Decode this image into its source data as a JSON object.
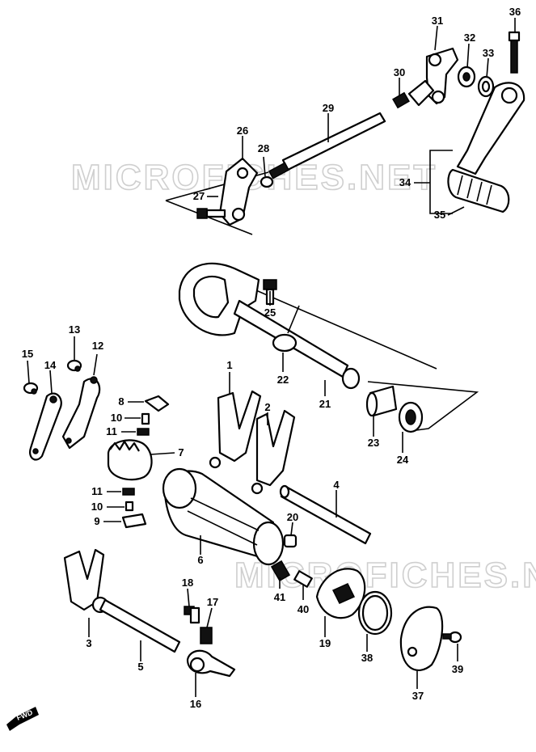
{
  "watermark": {
    "top": "MICROFICHES.NET",
    "bottom": "MICROFICHES.NET"
  },
  "direction_label": "FWD",
  "callouts": [
    {
      "id": "1",
      "label": "1"
    },
    {
      "id": "2",
      "label": "2"
    },
    {
      "id": "3",
      "label": "3"
    },
    {
      "id": "4",
      "label": "4"
    },
    {
      "id": "5",
      "label": "5"
    },
    {
      "id": "6",
      "label": "6"
    },
    {
      "id": "7",
      "label": "7"
    },
    {
      "id": "8",
      "label": "8"
    },
    {
      "id": "9",
      "label": "9"
    },
    {
      "id": "10a",
      "label": "10"
    },
    {
      "id": "10b",
      "label": "10"
    },
    {
      "id": "11a",
      "label": "11"
    },
    {
      "id": "11b",
      "label": "11"
    },
    {
      "id": "12",
      "label": "12"
    },
    {
      "id": "13",
      "label": "13"
    },
    {
      "id": "14",
      "label": "14"
    },
    {
      "id": "15",
      "label": "15"
    },
    {
      "id": "16",
      "label": "16"
    },
    {
      "id": "17",
      "label": "17"
    },
    {
      "id": "18",
      "label": "18"
    },
    {
      "id": "19",
      "label": "19"
    },
    {
      "id": "20",
      "label": "20"
    },
    {
      "id": "21",
      "label": "21"
    },
    {
      "id": "22",
      "label": "22"
    },
    {
      "id": "23",
      "label": "23"
    },
    {
      "id": "24",
      "label": "24"
    },
    {
      "id": "25",
      "label": "25"
    },
    {
      "id": "26",
      "label": "26"
    },
    {
      "id": "27",
      "label": "27"
    },
    {
      "id": "28",
      "label": "28"
    },
    {
      "id": "29",
      "label": "29"
    },
    {
      "id": "30",
      "label": "30"
    },
    {
      "id": "31",
      "label": "31"
    },
    {
      "id": "32",
      "label": "32"
    },
    {
      "id": "33",
      "label": "33"
    },
    {
      "id": "34",
      "label": "34"
    },
    {
      "id": "35",
      "label": "35"
    },
    {
      "id": "36",
      "label": "36"
    },
    {
      "id": "37",
      "label": "37"
    },
    {
      "id": "38",
      "label": "38"
    },
    {
      "id": "39",
      "label": "39"
    },
    {
      "id": "40",
      "label": "40"
    },
    {
      "id": "41",
      "label": "41"
    }
  ]
}
